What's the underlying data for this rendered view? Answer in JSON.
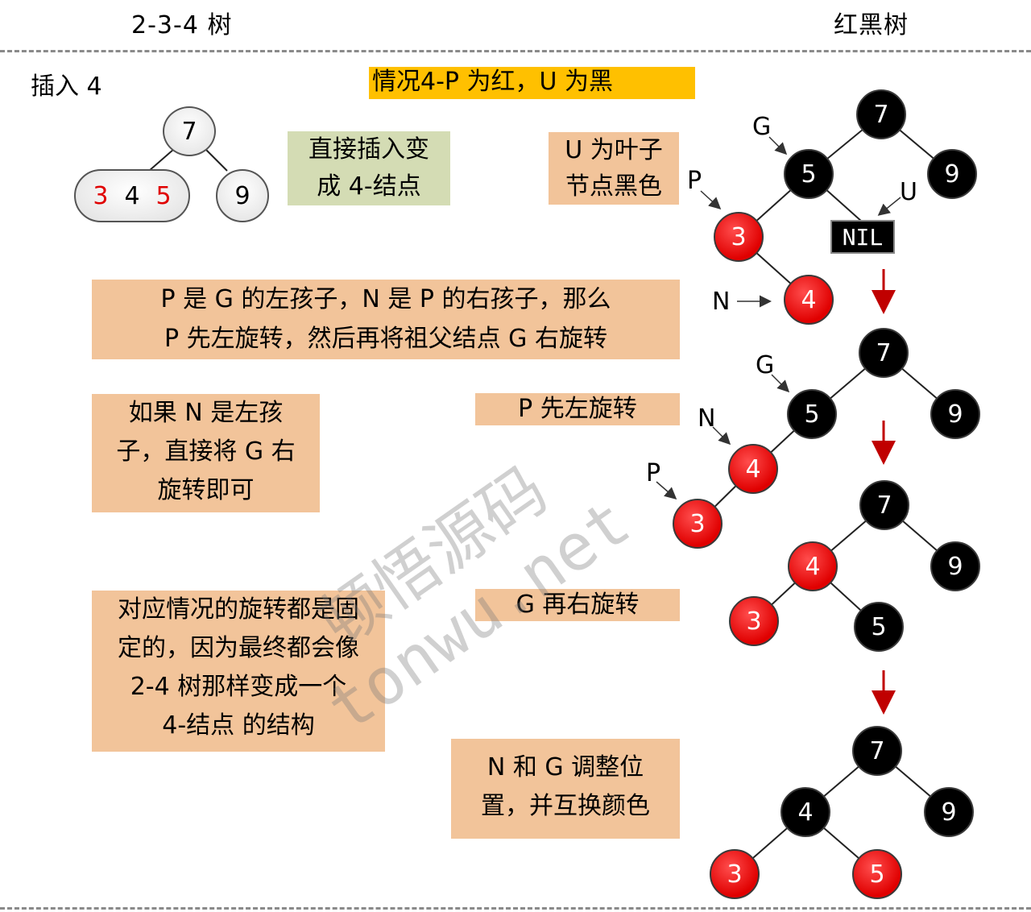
{
  "header": {
    "left_title": "2-3-4 树",
    "right_title": "红黑树"
  },
  "insert_label": "插入 4",
  "case_banner": "情况4-P 为红，U 为黑",
  "tree234": {
    "root": "7",
    "left_keys": [
      "3",
      "4",
      "5"
    ],
    "right_key": "9"
  },
  "boxes": {
    "direct_insert": [
      "直接插入变",
      "成 4-结点"
    ],
    "u_leaf": [
      "U 为叶子",
      "节点黑色"
    ],
    "rotation_explain": [
      "P 是 G 的左孩子，N 是 P 的右孩子，那么",
      "P 先左旋转，然后再将祖父结点 G 右旋转"
    ],
    "if_left_child": [
      "如果 N 是左孩",
      "子，直接将 G 右",
      "旋转即可"
    ],
    "p_rotate_left": "P 先左旋转",
    "fixed_rotation": [
      "对应情况的旋转都是固",
      "定的，因为最终都会像",
      "2-4 树那样变成一个",
      "4-结点 的结构"
    ],
    "g_rotate_right": "G 再右旋转",
    "swap_colors": [
      "N 和 G 调整位",
      "置，并互换颜色"
    ]
  },
  "rb_trees": {
    "step1": {
      "nodes": [
        "7",
        "5",
        "9",
        "3",
        "4"
      ],
      "nil": "NIL",
      "labels": [
        "G",
        "P",
        "U",
        "N"
      ]
    },
    "step2": {
      "nodes": [
        "7",
        "5",
        "9",
        "4",
        "3"
      ],
      "labels": [
        "G",
        "N",
        "P"
      ]
    },
    "step3": {
      "nodes": [
        "7",
        "4",
        "9",
        "3",
        "5"
      ]
    },
    "step4": {
      "nodes": [
        "7",
        "4",
        "9",
        "3",
        "5"
      ]
    }
  },
  "watermark": {
    "line1": "顿悟源码",
    "line2": "tonwu.net"
  },
  "colors": {
    "red_node": "#e00000",
    "black_node": "#000000",
    "box_orange": "#f2c49a",
    "box_green": "#d4dcb4",
    "banner": "#ffc000",
    "arrow": "#c00000"
  }
}
